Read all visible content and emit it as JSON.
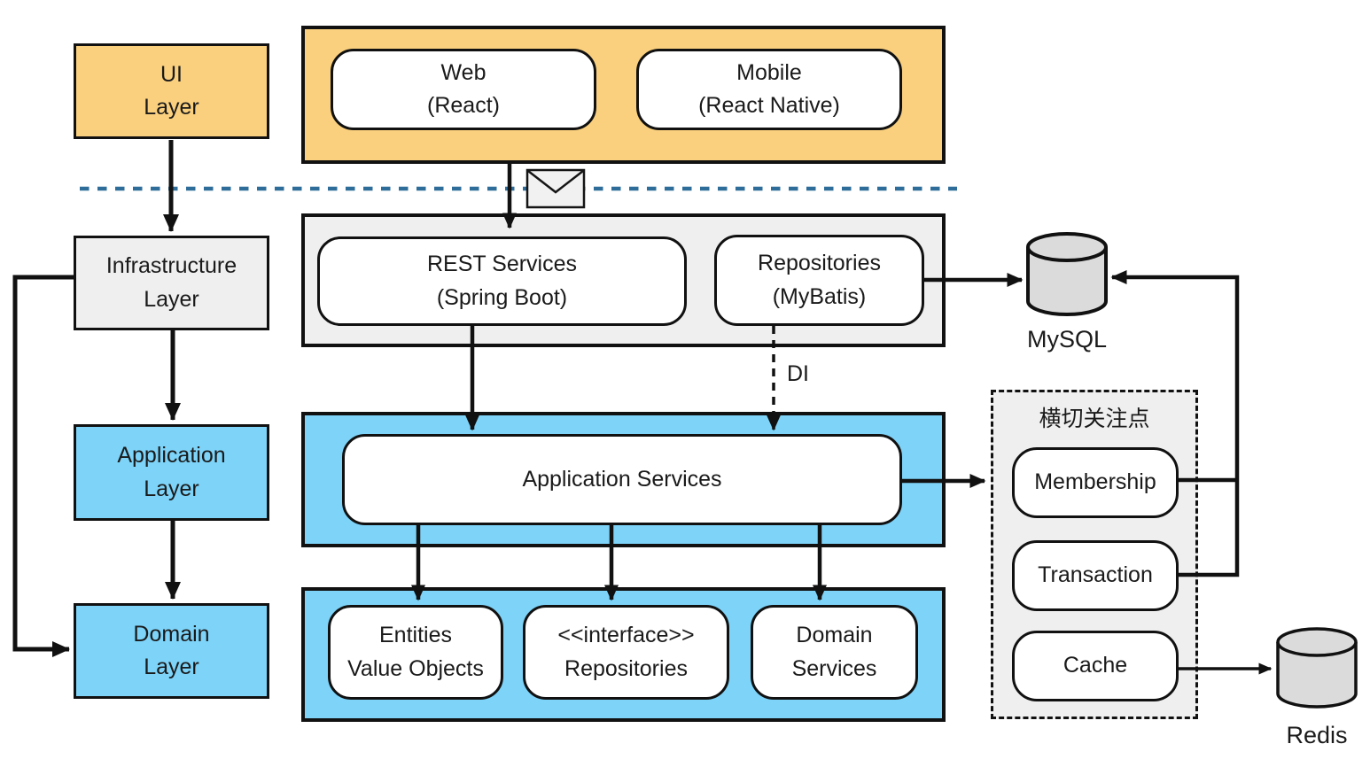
{
  "colors": {
    "orange": "#FAD07E",
    "blue": "#7DD3F8",
    "panel": "#EFEFEF",
    "cylinder": "#DBDBDB",
    "boundary": "#2E6D99"
  },
  "icons": {
    "envelope": "envelope-message-icon",
    "mysql": "database-cylinder-icon",
    "redis": "database-cylinder-icon"
  },
  "left_column": {
    "ui_layer": "UI\nLayer",
    "infrastructure_layer": "Infrastructure\nLayer",
    "application_layer": "Application\nLayer",
    "domain_layer": "Domain\nLayer"
  },
  "ui_tier": {
    "web": "Web\n(React)",
    "mobile": "Mobile\n(React Native)"
  },
  "infrastructure_tier": {
    "rest_services": "REST Services\n(Spring Boot)",
    "repositories": "Repositories\n(MyBatis)"
  },
  "application_tier": {
    "application_services": "Application Services"
  },
  "domain_tier": {
    "entities": "Entities\nValue Objects",
    "interface_repositories": "<<interface>>\nRepositories",
    "domain_services": "Domain\nServices"
  },
  "cross_cutting": {
    "title": "横切关注点",
    "membership": "Membership",
    "transaction": "Transaction",
    "cache": "Cache"
  },
  "databases": {
    "mysql": "MySQL",
    "redis": "Redis"
  },
  "annotations": {
    "di": "DI"
  }
}
